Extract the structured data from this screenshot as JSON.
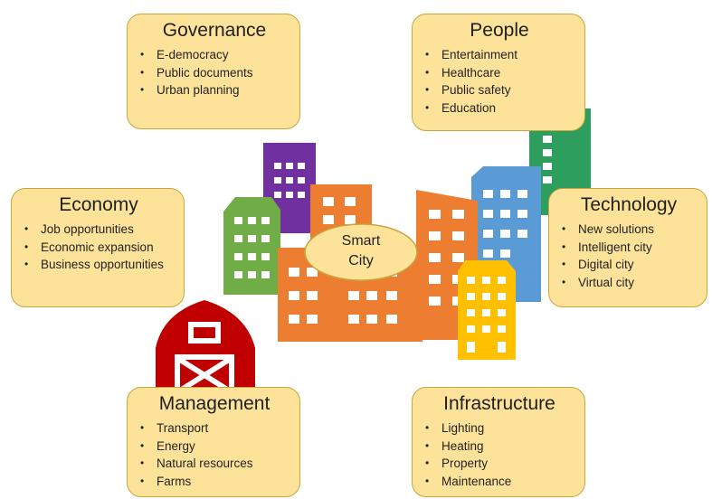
{
  "hub": {
    "line1": "Smart",
    "line2": "City"
  },
  "governance": {
    "title": "Governance",
    "items": [
      "E-democracy",
      "Public documents",
      "Urban planning"
    ]
  },
  "people": {
    "title": "People",
    "items": [
      "Entertainment",
      "Healthcare",
      "Public safety",
      "Education"
    ]
  },
  "economy": {
    "title": "Economy",
    "items": [
      "Job opportunities",
      "Economic expansion",
      "Business opportunities"
    ]
  },
  "technology": {
    "title": "Technology",
    "items": [
      "New solutions",
      "Intelligent city",
      "Digital city",
      "Virtual city"
    ]
  },
  "management": {
    "title": "Management",
    "items": [
      "Transport",
      "Energy",
      "Natural resources",
      "Farms"
    ]
  },
  "infrastructure": {
    "title": "Infrastructure",
    "items": [
      "Lighting",
      "Heating",
      "Property",
      "Maintenance"
    ]
  },
  "colors": {
    "card_fill": "#FDE39A",
    "card_border": "#C9A53A",
    "purple": "#7030A0",
    "orange": "#ED7D31",
    "green": "#70AD47",
    "blue": "#5B9BD5",
    "yellow": "#FFC000",
    "dark_green": "#2E9E5E",
    "barn_red": "#C00000"
  }
}
